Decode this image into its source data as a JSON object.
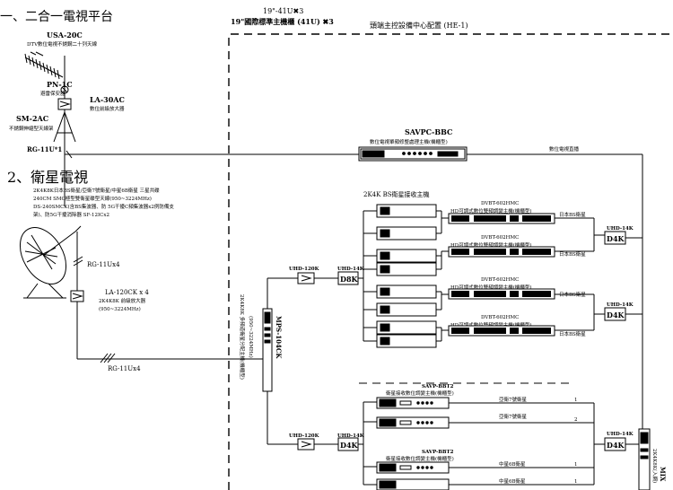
{
  "section1": {
    "title": "一、二合一電視平台",
    "antenna_model": "USA-20C",
    "antenna_desc": "DTV數位電視不銹鋼二十列天線",
    "protector_model": "PN-1C",
    "protector_desc": "避雷保安器",
    "preamp_model": "LA-30AC",
    "preamp_desc": "數位前級放大器",
    "mast_model": "SM-2AC",
    "mast_desc": "不銹鋼伸縮型天線架",
    "cable": "RG-11U*1"
  },
  "section2": {
    "title": "2、衛星電視",
    "notes": [
      "2K4K8K日本BS衛星/亞衛7號衛星/中星6B衛星 三星共碟",
      "240CM SMC極型雙衛星碟型天線(950~3224MHz)",
      "DS-240SMCK(含BS集波器、防 5G干擾C頻集波器x2例防備支",
      "架)、防5G干擾消除器 SF-12ICx2"
    ],
    "dish_cable": "RG-11Ux4",
    "lnb_model": "LA-120CK x 4",
    "lnb_desc": "2K4K8K 前級放大器",
    "lnb_freq": "(950~3224MHz)",
    "trunk_cable": "RG-11Ux4"
  },
  "rack": {
    "line1": "19\"-41U✖3",
    "line2": "19\"國際標準主機櫃 (41U) ✖3",
    "title": "頭端主控設備中心配置 (HE-1)"
  },
  "savpc": {
    "model": "SAVPC-BBC",
    "desc": "數位電視單頻修整處理主機(機櫃型)",
    "output": "數位電視直播"
  },
  "mps": {
    "label": "MPS-104CK",
    "desc1": "2K4K8K 多頻道衛星分配主機(機櫃型)",
    "desc2": "(950~3224MHz)"
  },
  "bs": {
    "receiver_title": "2K4K BS衛星接收主機",
    "dvbt_model": "DVBT-602HMC",
    "dvbt_desc": "HD可調式數位雙頻調變主機(機櫃型)",
    "japan_bs": "日本BS衛星"
  },
  "amps": {
    "uhd120k": "UHD-120K",
    "uhd14k": "UHD-14K",
    "d8k": "D8K",
    "d4k": "D4K"
  },
  "savp": {
    "model": "SAVP-BBT2",
    "desc": "衛星接收數位調變主機(機櫃型)",
    "asia7": "亞衛7號衛星",
    "china6b": "中星6B衛星",
    "num1": "1",
    "num2": "2"
  },
  "mix": {
    "label": "MIX",
    "sub": "2K4K8K(入網)"
  }
}
